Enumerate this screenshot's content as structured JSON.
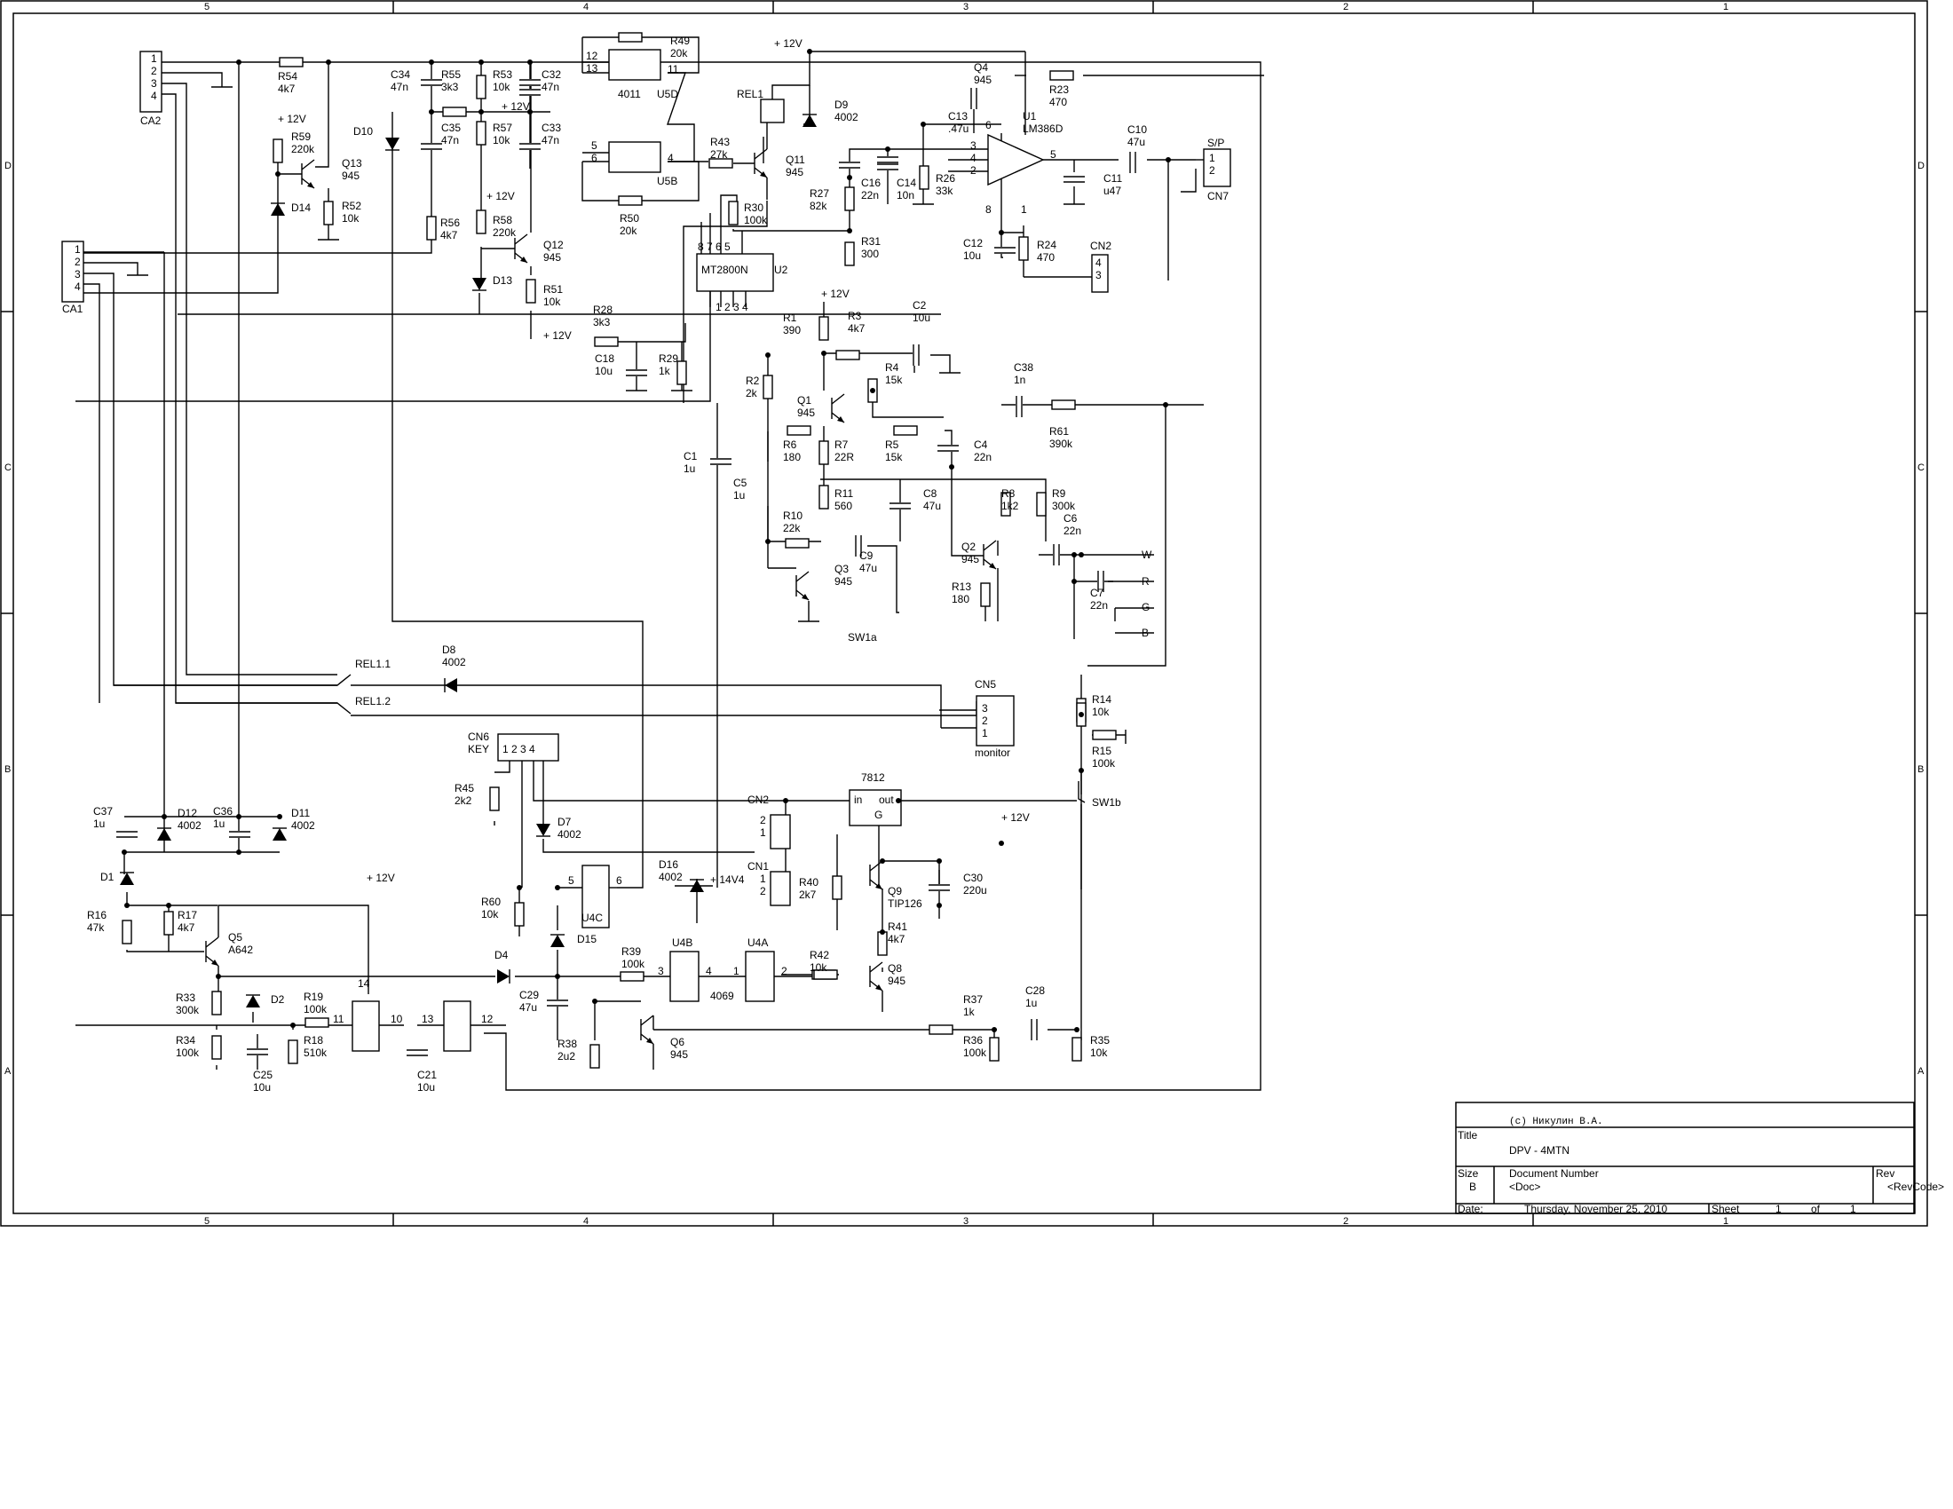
{
  "border": {
    "columns": [
      "5",
      "4",
      "3",
      "2",
      "1"
    ],
    "rows": [
      "D",
      "C",
      "B",
      "A"
    ]
  },
  "title_block": {
    "copyright": "(c) Никулин В.А.",
    "title_caption": "Title",
    "title": "DPV - 4MTN",
    "size_caption": "Size",
    "size": "B",
    "docnum_caption": "Document Number",
    "docnum": "<Doc>",
    "rev_caption": "Rev",
    "rev": "<RevCode>",
    "date_caption": "Date:",
    "date": "Thursday, November 25, 2010",
    "sheet_caption": "Sheet",
    "sheet": "1",
    "of_caption": "of",
    "sheet_total": "1"
  },
  "labels": [
    {
      "id": "ca2",
      "t": "CA2"
    },
    {
      "id": "ca2p",
      "t": "1\n2\n3\n4"
    },
    {
      "id": "ca1",
      "t": "CA1"
    },
    {
      "id": "ca1p",
      "t": "1\n2\n3\n4"
    },
    {
      "id": "r54",
      "t": "R54\n4k7"
    },
    {
      "id": "p12a",
      "t": "+ 12V"
    },
    {
      "id": "r59",
      "t": "R59\n220k"
    },
    {
      "id": "q13",
      "t": "Q13\n945"
    },
    {
      "id": "d14",
      "t": "D14"
    },
    {
      "id": "r52",
      "t": "R52\n10k"
    },
    {
      "id": "c34",
      "t": "C34\n47n"
    },
    {
      "id": "r55",
      "t": "R55\n3k3"
    },
    {
      "id": "r53",
      "t": "R53\n10k"
    },
    {
      "id": "c32",
      "t": "C32\n47n"
    },
    {
      "id": "d10",
      "t": "D10"
    },
    {
      "id": "c35",
      "t": "C35\n47n"
    },
    {
      "id": "p12b",
      "t": "+ 12V"
    },
    {
      "id": "r57",
      "t": "R57\n10k"
    },
    {
      "id": "c33",
      "t": "C33\n47n"
    },
    {
      "id": "r56",
      "t": "R56\n4k7"
    },
    {
      "id": "p12c",
      "t": "+ 12V"
    },
    {
      "id": "r58",
      "t": "R58\n220k"
    },
    {
      "id": "q12",
      "t": "Q12\n945"
    },
    {
      "id": "d13",
      "t": "D13"
    },
    {
      "id": "r51",
      "t": "R51\n10k"
    },
    {
      "id": "u5dp",
      "t": "12\n13"
    },
    {
      "id": "r49",
      "t": "R49\n20k"
    },
    {
      "id": "u5d11",
      "t": "11"
    },
    {
      "id": "u5dn",
      "t": "4011"
    },
    {
      "id": "u5d",
      "t": "U5D"
    },
    {
      "id": "u5bp",
      "t": "5\n6"
    },
    {
      "id": "u5b4",
      "t": "4"
    },
    {
      "id": "u5b",
      "t": "U5B"
    },
    {
      "id": "r50",
      "t": "R50\n20k"
    },
    {
      "id": "r43",
      "t": "R43\n27k"
    },
    {
      "id": "rel1",
      "t": "REL1"
    },
    {
      "id": "p12d",
      "t": "+ 12V"
    },
    {
      "id": "d9",
      "t": "D9\n4002"
    },
    {
      "id": "q11",
      "t": "Q11\n945"
    },
    {
      "id": "r30",
      "t": "R30\n100k"
    },
    {
      "id": "mt",
      "t": "MT2800N"
    },
    {
      "id": "u2",
      "t": "U2"
    },
    {
      "id": "u2top",
      "t": "8 7 6 5"
    },
    {
      "id": "u2bot",
      "t": "1 2 3 4"
    },
    {
      "id": "r28",
      "t": "R28\n3k3"
    },
    {
      "id": "p12e",
      "t": "+ 12V"
    },
    {
      "id": "c18",
      "t": "C18\n10u"
    },
    {
      "id": "r29",
      "t": "R29\n1k"
    },
    {
      "id": "q4",
      "t": "Q4\n945"
    },
    {
      "id": "r23",
      "t": "R23\n470"
    },
    {
      "id": "c13",
      "t": "C13\n.47u"
    },
    {
      "id": "u1",
      "t": "U1\nLM386D"
    },
    {
      "id": "r27",
      "t": "R27\n82k"
    },
    {
      "id": "c16",
      "t": "C16\n22n"
    },
    {
      "id": "c14",
      "t": "C14\n10n"
    },
    {
      "id": "r26",
      "t": "R26\n33k"
    },
    {
      "id": "u1p",
      "t": "3\n4\n2"
    },
    {
      "id": "u1p5",
      "t": "5"
    },
    {
      "id": "u1p6",
      "t": "6"
    },
    {
      "id": "u1p8",
      "t": "8"
    },
    {
      "id": "u1p1",
      "t": "1"
    },
    {
      "id": "c10",
      "t": "C10\n47u"
    },
    {
      "id": "sp",
      "t": "S/P"
    },
    {
      "id": "cn7p",
      "t": "1\n2"
    },
    {
      "id": "cn7",
      "t": "CN7"
    },
    {
      "id": "c11",
      "t": "C11\nu47"
    },
    {
      "id": "r31",
      "t": "R31\n300"
    },
    {
      "id": "c12",
      "t": "C12\n10u"
    },
    {
      "id": "r24",
      "t": "R24\n470"
    },
    {
      "id": "cn2a",
      "t": "CN2"
    },
    {
      "id": "cn2ap",
      "t": "4\n3"
    },
    {
      "id": "p12f",
      "t": "+ 12V"
    },
    {
      "id": "r1",
      "t": "R1\n390"
    },
    {
      "id": "r3",
      "t": "R3\n4k7"
    },
    {
      "id": "c2",
      "t": "C2\n10u"
    },
    {
      "id": "r2",
      "t": "R2\n2k"
    },
    {
      "id": "r4",
      "t": "R4\n15k"
    },
    {
      "id": "c38",
      "t": "C38\n1n"
    },
    {
      "id": "r61",
      "t": "R61\n390k"
    },
    {
      "id": "q1",
      "t": "Q1\n945"
    },
    {
      "id": "r6",
      "t": "R6\n180"
    },
    {
      "id": "r7",
      "t": "R7\n22R"
    },
    {
      "id": "r5",
      "t": "R5\n15k"
    },
    {
      "id": "c4",
      "t": "C4\n22n"
    },
    {
      "id": "c1",
      "t": "C1\n1u"
    },
    {
      "id": "c5",
      "t": "C5\n1u"
    },
    {
      "id": "r11",
      "t": "R11\n560"
    },
    {
      "id": "c8",
      "t": "C8\n47u"
    },
    {
      "id": "r8",
      "t": "R8\n1k2"
    },
    {
      "id": "r9",
      "t": "R9\n300k"
    },
    {
      "id": "r10",
      "t": "R10\n22k"
    },
    {
      "id": "c6",
      "t": "C6\n22n"
    },
    {
      "id": "c9",
      "t": "C9\n47u"
    },
    {
      "id": "q2",
      "t": "Q2\n945"
    },
    {
      "id": "q3",
      "t": "Q3\n945"
    },
    {
      "id": "r13",
      "t": "R13\n180"
    },
    {
      "id": "c7",
      "t": "C7\n22n"
    },
    {
      "id": "ow",
      "t": "W"
    },
    {
      "id": "or",
      "t": "R"
    },
    {
      "id": "og",
      "t": "G"
    },
    {
      "id": "ob",
      "t": "B"
    },
    {
      "id": "sw1a",
      "t": "SW1a"
    },
    {
      "id": "rel11",
      "t": "REL1.1"
    },
    {
      "id": "rel12",
      "t": "REL1.2"
    },
    {
      "id": "d8",
      "t": "D8\n4002"
    },
    {
      "id": "cn5",
      "t": "CN5"
    },
    {
      "id": "cn5p",
      "t": "3\n2\n1"
    },
    {
      "id": "mon",
      "t": "monitor"
    },
    {
      "id": "r14",
      "t": "R14\n10k"
    },
    {
      "id": "r15",
      "t": "R15\n100k"
    },
    {
      "id": "sw1b",
      "t": "SW1b"
    },
    {
      "id": "cn6",
      "t": "CN6\nKEY"
    },
    {
      "id": "cn6p",
      "t": "1 2 3 4"
    },
    {
      "id": "r45",
      "t": "R45\n2k2"
    },
    {
      "id": "d7",
      "t": "D7\n4002"
    },
    {
      "id": "cn2b",
      "t": "CN2"
    },
    {
      "id": "cn2bp",
      "t": "2\n1"
    },
    {
      "id": "reg",
      "t": "7812"
    },
    {
      "id": "regin",
      "t": "in"
    },
    {
      "id": "regout",
      "t": "out"
    },
    {
      "id": "regg",
      "t": "G"
    },
    {
      "id": "p12g",
      "t": "+ 12V"
    },
    {
      "id": "c37",
      "t": "C37\n1u"
    },
    {
      "id": "d12",
      "t": "D12\n4002"
    },
    {
      "id": "c36",
      "t": "C36\n1u"
    },
    {
      "id": "d11",
      "t": "D11\n4002"
    },
    {
      "id": "d1",
      "t": "D1"
    },
    {
      "id": "r16",
      "t": "R16\n47k"
    },
    {
      "id": "r17",
      "t": "R17\n4k7"
    },
    {
      "id": "q5",
      "t": "Q5\nA642"
    },
    {
      "id": "p12h",
      "t": "+ 12V"
    },
    {
      "id": "r60",
      "t": "R60\n10k"
    },
    {
      "id": "u4cp5",
      "t": "5"
    },
    {
      "id": "u4cp6",
      "t": "6"
    },
    {
      "id": "u4c",
      "t": "U4C"
    },
    {
      "id": "d16",
      "t": "D16\n4002"
    },
    {
      "id": "v144",
      "t": "+ 14V4"
    },
    {
      "id": "cn1",
      "t": "CN1"
    },
    {
      "id": "cn1p",
      "t": "1\n2"
    },
    {
      "id": "r40",
      "t": "R40\n2k7"
    },
    {
      "id": "q9",
      "t": "Q9\nTIP126"
    },
    {
      "id": "c30",
      "t": "C30\n220u"
    },
    {
      "id": "d15",
      "t": "D15"
    },
    {
      "id": "d4",
      "t": "D4"
    },
    {
      "id": "r39",
      "t": "R39\n100k"
    },
    {
      "id": "u4b",
      "t": "U4B"
    },
    {
      "id": "u4bp3",
      "t": "3"
    },
    {
      "id": "u4bp4",
      "t": "4"
    },
    {
      "id": "u4a",
      "t": "U4A"
    },
    {
      "id": "u4ap1",
      "t": "1"
    },
    {
      "id": "u4ap2",
      "t": "2"
    },
    {
      "id": "n4069",
      "t": "4069"
    },
    {
      "id": "r42",
      "t": "R42\n10k"
    },
    {
      "id": "r41",
      "t": "R41\n4k7"
    },
    {
      "id": "q8",
      "t": "Q8\n945"
    },
    {
      "id": "r33",
      "t": "R33\n300k"
    },
    {
      "id": "d2",
      "t": "D2"
    },
    {
      "id": "r19",
      "t": "R19\n100k"
    },
    {
      "id": "p11",
      "t": "11"
    },
    {
      "id": "p14",
      "t": "14"
    },
    {
      "id": "p10",
      "t": "10"
    },
    {
      "id": "p13",
      "t": "13"
    },
    {
      "id": "p12",
      "t": "12"
    },
    {
      "id": "r34",
      "t": "R34\n100k"
    },
    {
      "id": "r18",
      "t": "R18\n510k"
    },
    {
      "id": "c25",
      "t": "C25\n10u"
    },
    {
      "id": "c21",
      "t": "C21\n10u"
    },
    {
      "id": "c29",
      "t": "C29\n47u"
    },
    {
      "id": "r38",
      "t": "R38\n2u2"
    },
    {
      "id": "q6",
      "t": "Q6\n945"
    },
    {
      "id": "r37",
      "t": "R37\n1k"
    },
    {
      "id": "c28",
      "t": "C28\n1u"
    },
    {
      "id": "r36",
      "t": "R36\n100k"
    },
    {
      "id": "r35",
      "t": "R35\n10k"
    }
  ]
}
